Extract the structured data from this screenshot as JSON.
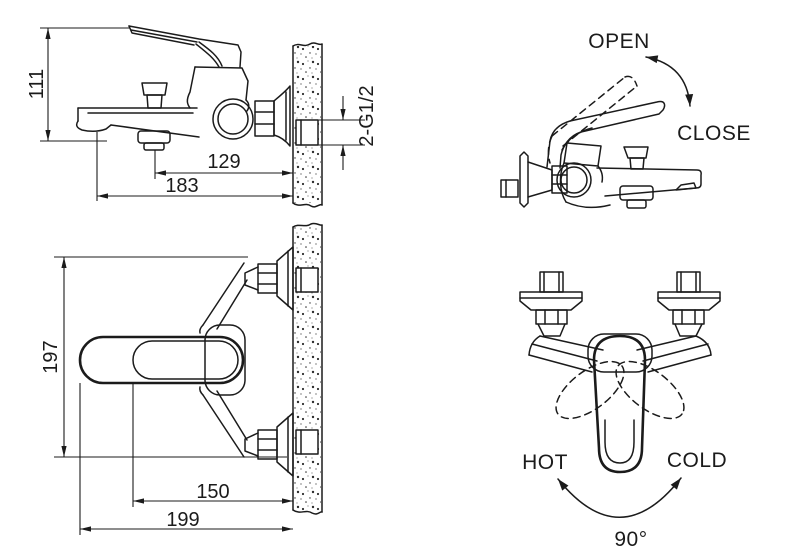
{
  "diagram": {
    "side_view": {
      "height_mm": "111",
      "spout_to_wall_mm": "129",
      "total_depth_mm": "183",
      "thread_label": "2-G1/2"
    },
    "operation_view": {
      "open_label": "OPEN",
      "close_label": "CLOSE"
    },
    "top_view": {
      "height_mm": "197",
      "spout_center_mm": "150",
      "total_width_mm": "199"
    },
    "rotation_view": {
      "hot_label": "HOT",
      "cold_label": "COLD",
      "angle_label": "90°"
    }
  },
  "colors": {
    "line": "#1b1b1b",
    "background": "#ffffff"
  }
}
